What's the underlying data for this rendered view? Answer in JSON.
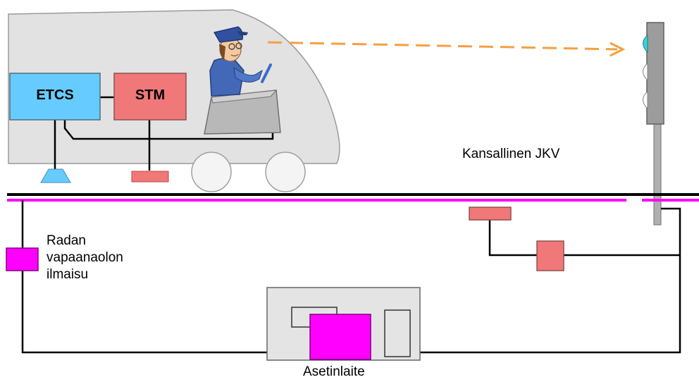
{
  "train": {
    "etcs_label": "ETCS",
    "stm_label": "STM"
  },
  "labels": {
    "national_atp": "Kansallinen JKV",
    "track_detection_line1": "Radan",
    "track_detection_line2": "vapaanaolon",
    "track_detection_line3": "ilmaisu",
    "interlocking": "Asetinlaite"
  },
  "colors": {
    "etcs": "#66ccff",
    "stm": "#f07878",
    "track_detection": "#ff00ff",
    "sight_line": "#f5a040",
    "signal_lamp": "#33d6d6",
    "train_body": "#e2e2e2"
  },
  "icons": {
    "driver": "train-driver-icon",
    "signal": "railway-signal-icon"
  }
}
